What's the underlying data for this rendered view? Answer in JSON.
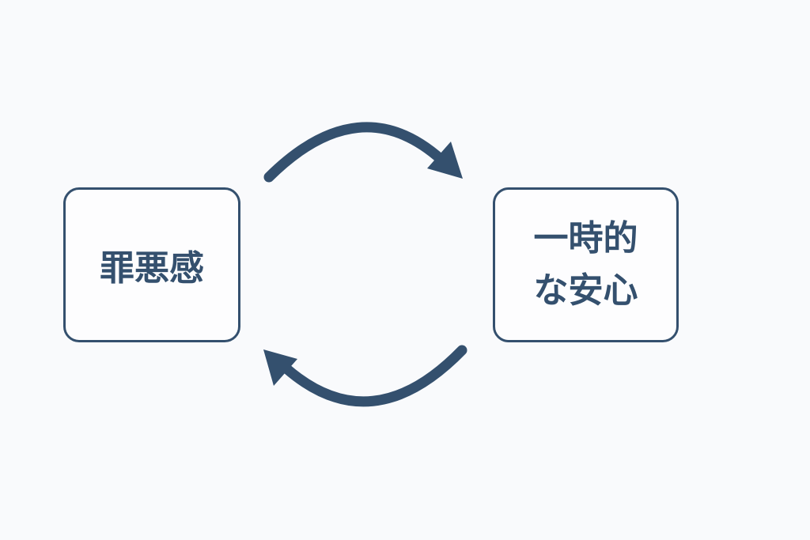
{
  "diagram": {
    "left_box": {
      "label": "罪悪感"
    },
    "right_box": {
      "lines": [
        "一時的",
        "な安心"
      ]
    },
    "colors": {
      "accent": "#34506e",
      "background": "#f9fafc"
    }
  }
}
